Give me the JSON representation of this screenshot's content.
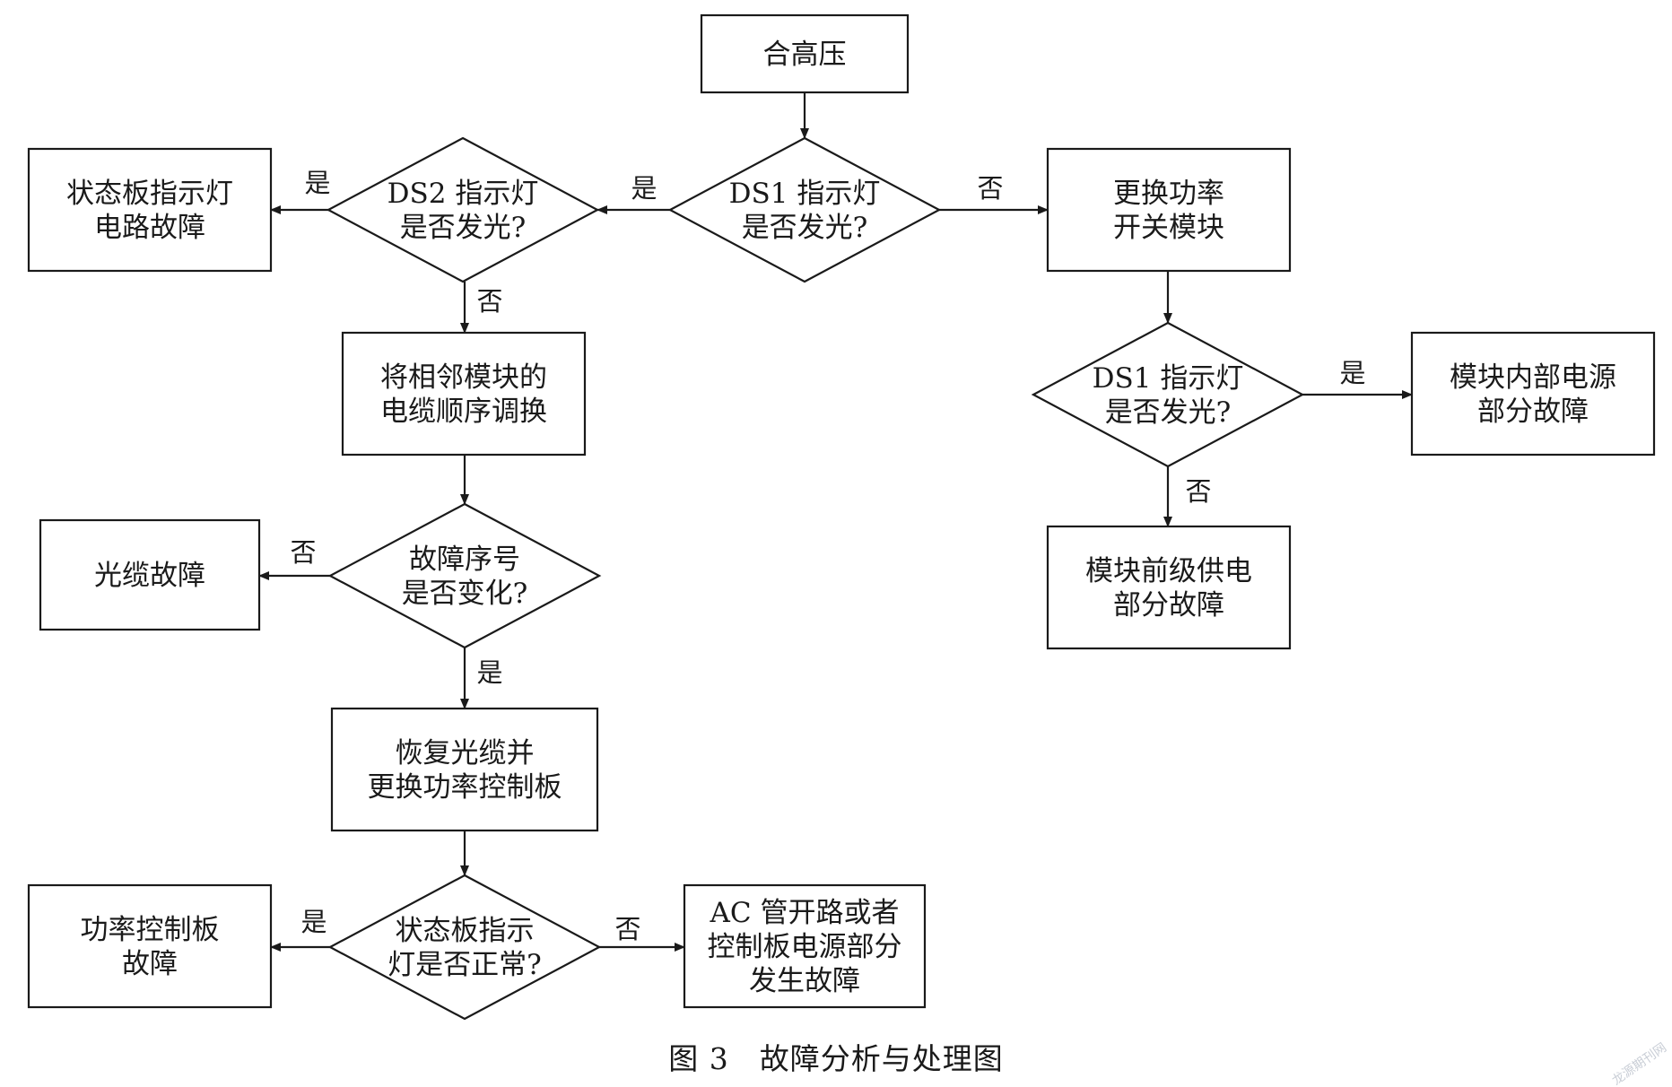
{
  "nodes": {
    "start": {
      "lines": [
        "合高压"
      ]
    },
    "ds1_check": {
      "lines": [
        "DS1 指示灯",
        "是否发光?"
      ]
    },
    "ds2_check": {
      "lines": [
        "DS2 指示灯",
        "是否发光?"
      ]
    },
    "status_board_fault": {
      "lines": [
        "状态板指示灯",
        "电路故障"
      ]
    },
    "replace_power_module": {
      "lines": [
        "更换功率",
        "开关模块"
      ]
    },
    "ds1_check_2": {
      "lines": [
        "DS1 指示灯",
        "是否发光?"
      ]
    },
    "module_internal_power_fault": {
      "lines": [
        "模块内部电源",
        "部分故障"
      ]
    },
    "module_pre_supply_fault": {
      "lines": [
        "模块前级供电",
        "部分故障"
      ]
    },
    "swap_cables": {
      "lines": [
        "将相邻模块的",
        "电缆顺序调换"
      ]
    },
    "fault_no_check": {
      "lines": [
        "故障序号",
        "是否变化?"
      ]
    },
    "fiber_fault": {
      "lines": [
        "光缆故障"
      ]
    },
    "restore_fiber": {
      "lines": [
        "恢复光缆并",
        "更换功率控制板"
      ]
    },
    "status_normal_check": {
      "lines": [
        "状态板指示",
        "灯是否正常?"
      ]
    },
    "power_control_board_fault": {
      "lines": [
        "功率控制板",
        "故障"
      ]
    },
    "ac_fault": {
      "lines": [
        "AC 管开路或者",
        "控制板电源部分",
        "发生故障"
      ]
    }
  },
  "edges": [
    {
      "id": "e1",
      "from": "start",
      "to": "ds1_check",
      "label": ""
    },
    {
      "id": "e2",
      "from": "ds1_check",
      "to": "ds2_check",
      "label": "是"
    },
    {
      "id": "e3",
      "from": "ds1_check",
      "to": "replace_power_module",
      "label": "否"
    },
    {
      "id": "e4",
      "from": "ds2_check",
      "to": "status_board_fault",
      "label": "是"
    },
    {
      "id": "e5",
      "from": "ds2_check",
      "to": "swap_cables",
      "label": "否"
    },
    {
      "id": "e6",
      "from": "replace_power_module",
      "to": "ds1_check_2",
      "label": ""
    },
    {
      "id": "e7",
      "from": "ds1_check_2",
      "to": "module_internal_power_fault",
      "label": "是"
    },
    {
      "id": "e8",
      "from": "ds1_check_2",
      "to": "module_pre_supply_fault",
      "label": "否"
    },
    {
      "id": "e9",
      "from": "swap_cables",
      "to": "fault_no_check",
      "label": ""
    },
    {
      "id": "e10",
      "from": "fault_no_check",
      "to": "fiber_fault",
      "label": "否"
    },
    {
      "id": "e11",
      "from": "fault_no_check",
      "to": "restore_fiber",
      "label": "是"
    },
    {
      "id": "e12",
      "from": "restore_fiber",
      "to": "status_normal_check",
      "label": ""
    },
    {
      "id": "e13",
      "from": "status_normal_check",
      "to": "power_control_board_fault",
      "label": "是"
    },
    {
      "id": "e14",
      "from": "status_normal_check",
      "to": "ac_fault",
      "label": "否"
    }
  ],
  "caption": "图 3　故障分析与处理图",
  "watermark": "龙源期刊网"
}
